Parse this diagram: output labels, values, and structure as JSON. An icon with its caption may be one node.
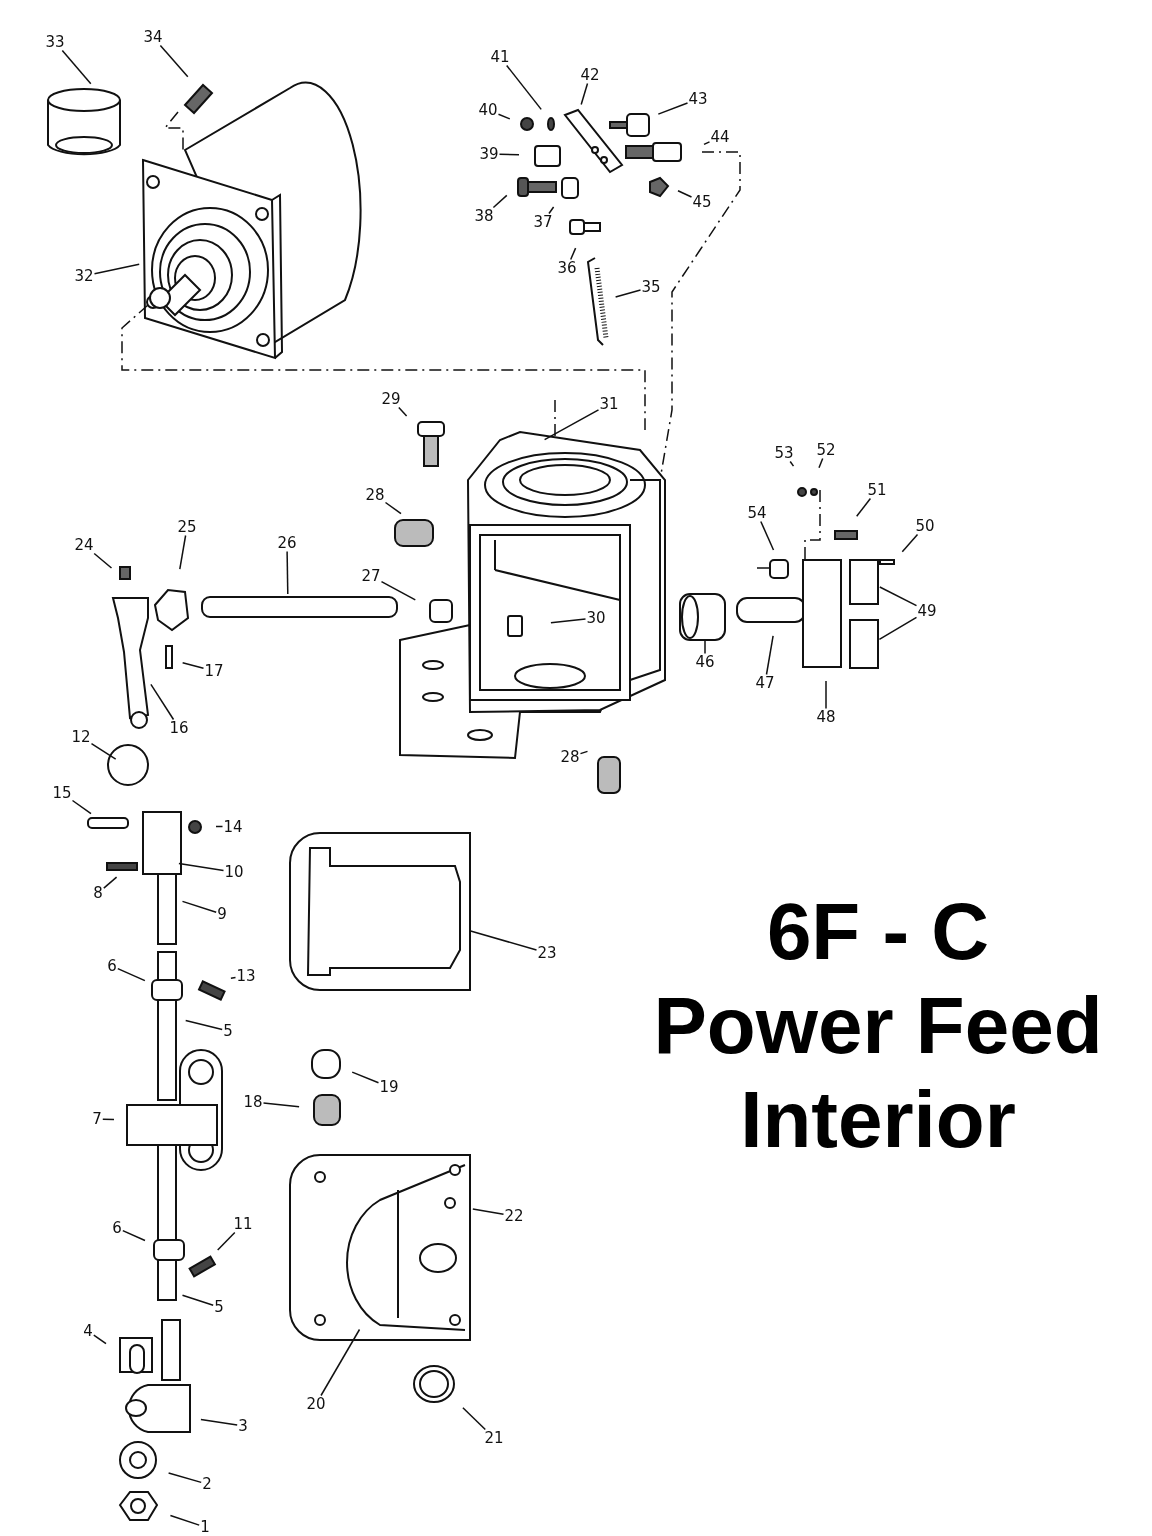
{
  "diagram": {
    "title": "6F - C Power Feed Interior",
    "nodes": [
      {
        "text": [
          "33"
        ]
      },
      {
        "text": [
          "34"
        ]
      },
      {
        "text": [
          "41"
        ]
      },
      {
        "text": [
          "42"
        ]
      },
      {
        "text": [
          "43"
        ]
      },
      {
        "text": [
          "40"
        ]
      },
      {
        "text": [
          "44"
        ]
      },
      {
        "text": [
          "39"
        ]
      },
      {
        "text": [
          "45"
        ]
      },
      {
        "text": [
          "38"
        ]
      },
      {
        "text": [
          "37"
        ]
      },
      {
        "text": [
          "36"
        ]
      },
      {
        "text": [
          "35"
        ]
      },
      {
        "text": [
          "32"
        ]
      },
      {
        "text": [
          "29"
        ]
      },
      {
        "text": [
          "31"
        ]
      },
      {
        "text": [
          "53"
        ]
      },
      {
        "text": [
          "52"
        ]
      },
      {
        "text": [
          "51"
        ]
      },
      {
        "text": [
          "28"
        ]
      },
      {
        "text": [
          "54"
        ]
      },
      {
        "text": [
          "50"
        ]
      },
      {
        "text": [
          "24"
        ]
      },
      {
        "text": [
          "25"
        ]
      },
      {
        "text": [
          "26"
        ]
      },
      {
        "text": [
          "27"
        ]
      },
      {
        "text": [
          "49"
        ]
      },
      {
        "text": [
          "30"
        ]
      },
      {
        "text": [
          "17"
        ]
      },
      {
        "text": [
          "46"
        ]
      },
      {
        "text": [
          "47"
        ]
      },
      {
        "text": [
          "16"
        ]
      },
      {
        "text": [
          "48"
        ]
      },
      {
        "text": [
          "12"
        ]
      },
      {
        "text": [
          "28"
        ]
      },
      {
        "text": [
          "15"
        ]
      },
      {
        "text": [
          "14"
        ]
      },
      {
        "text": [
          "10"
        ]
      },
      {
        "text": [
          "8"
        ]
      },
      {
        "text": [
          "9"
        ]
      },
      {
        "text": [
          "23"
        ]
      },
      {
        "text": [
          "6"
        ]
      },
      {
        "text": [
          "13"
        ]
      },
      {
        "text": [
          "5"
        ]
      },
      {
        "text": [
          "19"
        ]
      },
      {
        "text": [
          "18"
        ]
      },
      {
        "text": [
          "7"
        ]
      },
      {
        "text": [
          "22"
        ]
      },
      {
        "text": [
          "11"
        ]
      },
      {
        "text": [
          "6"
        ]
      },
      {
        "text": [
          "5"
        ]
      },
      {
        "text": [
          "4"
        ]
      },
      {
        "text": [
          "20"
        ]
      },
      {
        "text": [
          "3"
        ]
      },
      {
        "text": [
          "21"
        ]
      },
      {
        "text": [
          "2"
        ]
      },
      {
        "text": [
          "1"
        ]
      }
    ],
    "edges": [
      {
        "from": 0,
        "to": null,
        "arrow": "none"
      },
      {
        "from": 1,
        "to": null,
        "arrow": "none"
      },
      {
        "from": 2,
        "to": null,
        "arrow": "none"
      },
      {
        "from": 3,
        "to": null,
        "arrow": "none"
      },
      {
        "from": 4,
        "to": null,
        "arrow": "none"
      },
      {
        "from": 5,
        "to": null,
        "arrow": "none"
      },
      {
        "from": 6,
        "to": null,
        "arrow": "none"
      },
      {
        "from": 7,
        "to": null,
        "arrow": "none"
      },
      {
        "from": 8,
        "to": null,
        "arrow": "none"
      },
      {
        "from": 9,
        "to": null,
        "arrow": "none"
      },
      {
        "from": 10,
        "to": null,
        "arrow": "none"
      },
      {
        "from": 11,
        "to": null,
        "arrow": "none"
      },
      {
        "from": 12,
        "to": null,
        "arrow": "none"
      },
      {
        "from": 13,
        "to": null,
        "arrow": "none"
      },
      {
        "from": 14,
        "to": null,
        "arrow": "none"
      },
      {
        "from": 15,
        "to": null,
        "arrow": "none"
      },
      {
        "from": 16,
        "to": null,
        "arrow": "none"
      },
      {
        "from": 17,
        "to": null,
        "arrow": "none"
      },
      {
        "from": 18,
        "to": null,
        "arrow": "none"
      },
      {
        "from": 19,
        "to": null,
        "arrow": "none"
      },
      {
        "from": 20,
        "to": null,
        "arrow": "none"
      },
      {
        "from": 21,
        "to": null,
        "arrow": "none"
      },
      {
        "from": 22,
        "to": null,
        "arrow": "none"
      },
      {
        "from": 23,
        "to": null,
        "arrow": "none"
      },
      {
        "from": 24,
        "to": null,
        "arrow": "none"
      },
      {
        "from": 25,
        "to": null,
        "arrow": "none"
      },
      {
        "from": 26,
        "to": null,
        "arrow": "none"
      },
      {
        "from": 26,
        "to": null,
        "arrow": "none"
      },
      {
        "from": 27,
        "to": null,
        "arrow": "none"
      },
      {
        "from": 28,
        "to": null,
        "arrow": "none"
      },
      {
        "from": 29,
        "to": null,
        "arrow": "none"
      },
      {
        "from": 30,
        "to": null,
        "arrow": "none"
      },
      {
        "from": 31,
        "to": null,
        "arrow": "none"
      },
      {
        "from": 32,
        "to": null,
        "arrow": "none"
      },
      {
        "from": 33,
        "to": null,
        "arrow": "none"
      },
      {
        "from": 34,
        "to": null,
        "arrow": "none"
      },
      {
        "from": 35,
        "to": null,
        "arrow": "none"
      },
      {
        "from": 36,
        "to": null,
        "arrow": "none"
      },
      {
        "from": 37,
        "to": null,
        "arrow": "none"
      },
      {
        "from": 38,
        "to": null,
        "arrow": "none"
      },
      {
        "from": 39,
        "to": null,
        "arrow": "none"
      },
      {
        "from": 40,
        "to": null,
        "arrow": "none"
      },
      {
        "from": 41,
        "to": null,
        "arrow": "none"
      },
      {
        "from": 42,
        "to": null,
        "arrow": "none"
      },
      {
        "from": 43,
        "to": null,
        "arrow": "none"
      },
      {
        "from": 44,
        "to": null,
        "arrow": "none"
      },
      {
        "from": 45,
        "to": null,
        "arrow": "none"
      },
      {
        "from": 46,
        "to": null,
        "arrow": "none"
      },
      {
        "from": 47,
        "to": null,
        "arrow": "none"
      },
      {
        "from": 48,
        "to": null,
        "arrow": "none"
      },
      {
        "from": 49,
        "to": null,
        "arrow": "none"
      },
      {
        "from": 50,
        "to": null,
        "arrow": "none"
      },
      {
        "from": 51,
        "to": null,
        "arrow": "none"
      },
      {
        "from": 52,
        "to": null,
        "arrow": "none"
      },
      {
        "from": 53,
        "to": null,
        "arrow": "none"
      },
      {
        "from": 54,
        "to": null,
        "arrow": "none"
      },
      {
        "from": 55,
        "to": null,
        "arrow": "none"
      },
      {
        "from": 56,
        "to": null,
        "arrow": "none"
      }
    ]
  }
}
